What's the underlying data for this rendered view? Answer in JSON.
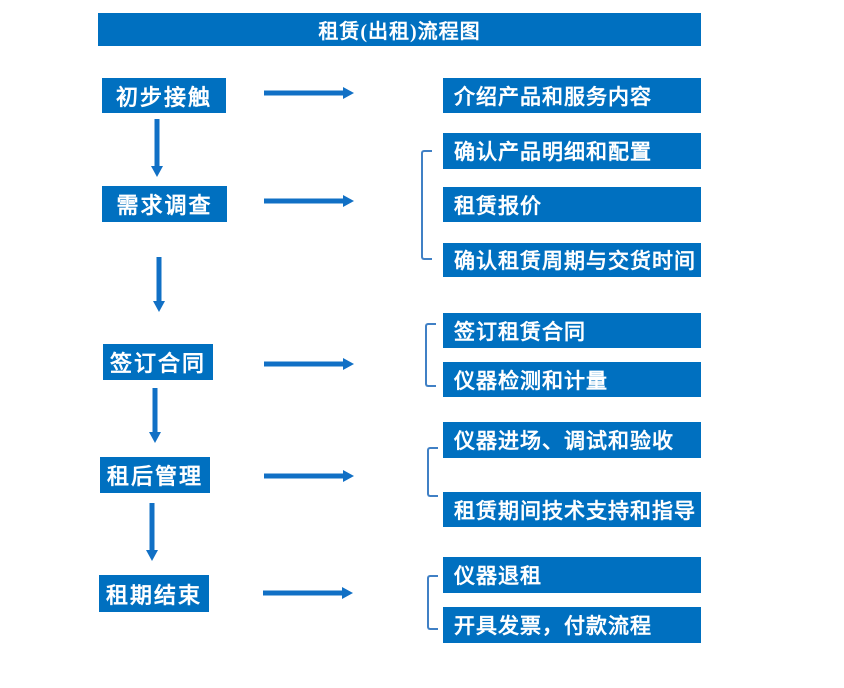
{
  "title": "租赁(出租)流程图",
  "colors": {
    "box_fill": "#0070C0",
    "arrow": "#1170C5",
    "bracket": "#4080C5",
    "text": "#FFFFFF",
    "background": "#FFFFFF"
  },
  "steps": [
    {
      "label": "初步接触",
      "details": [
        "介绍产品和服务内容"
      ]
    },
    {
      "label": "需求调查",
      "details": [
        "确认产品明细和配置",
        "租赁报价",
        "确认租赁周期与交货时间"
      ]
    },
    {
      "label": "签订合同",
      "details": [
        "签订租赁合同",
        "仪器检测和计量"
      ]
    },
    {
      "label": "租后管理",
      "details": [
        "仪器进场、调试和验收",
        "租赁期间技术支持和指导"
      ]
    },
    {
      "label": "租期结束",
      "details": [
        "仪器退租",
        "开具发票，付款流程"
      ]
    }
  ]
}
